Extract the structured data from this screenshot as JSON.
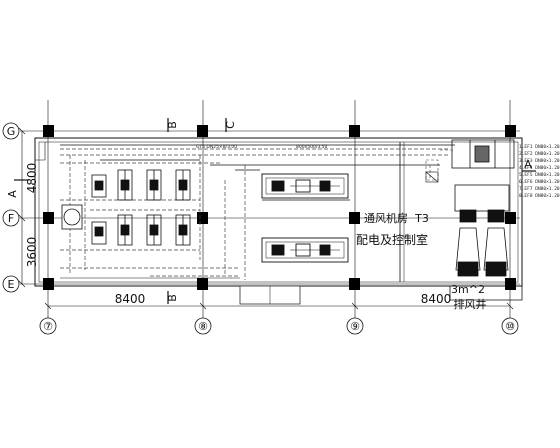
{
  "grid": {
    "rows": [
      "G",
      "F",
      "E"
    ],
    "columns": [
      "⑦",
      "⑧",
      "⑨",
      "⑩"
    ]
  },
  "dimensions": {
    "spans": [
      "8400",
      "8400",
      "8400"
    ],
    "rows": [
      "4800",
      "3600"
    ]
  },
  "sections": {
    "a": "A",
    "b": "B",
    "c": "C"
  },
  "duct_labels": {
    "main": "GT5 DN25×8/3.00",
    "duct": "800x500/3.50"
  },
  "rooms": {
    "fan_room": "通风机房",
    "t3": "T3",
    "control_room": "配电及控制室",
    "exhaust_shaft": "排风井",
    "area": "3m^2"
  },
  "legend_lines": [
    "1.EF1 DN80×1.20",
    "2.EF2 DN80×1.20",
    "3.EF3 DN80×1.20",
    "4.EF4 DN80×1.20",
    "5.EF5 DN80×1.20",
    "6.EF6 DN80×1.20",
    "7.EF7 DN80×1.20",
    "8.EF8 DN80×1.20"
  ],
  "colors": {
    "line": "#111111",
    "column": "#000000",
    "dash": "#444444"
  }
}
